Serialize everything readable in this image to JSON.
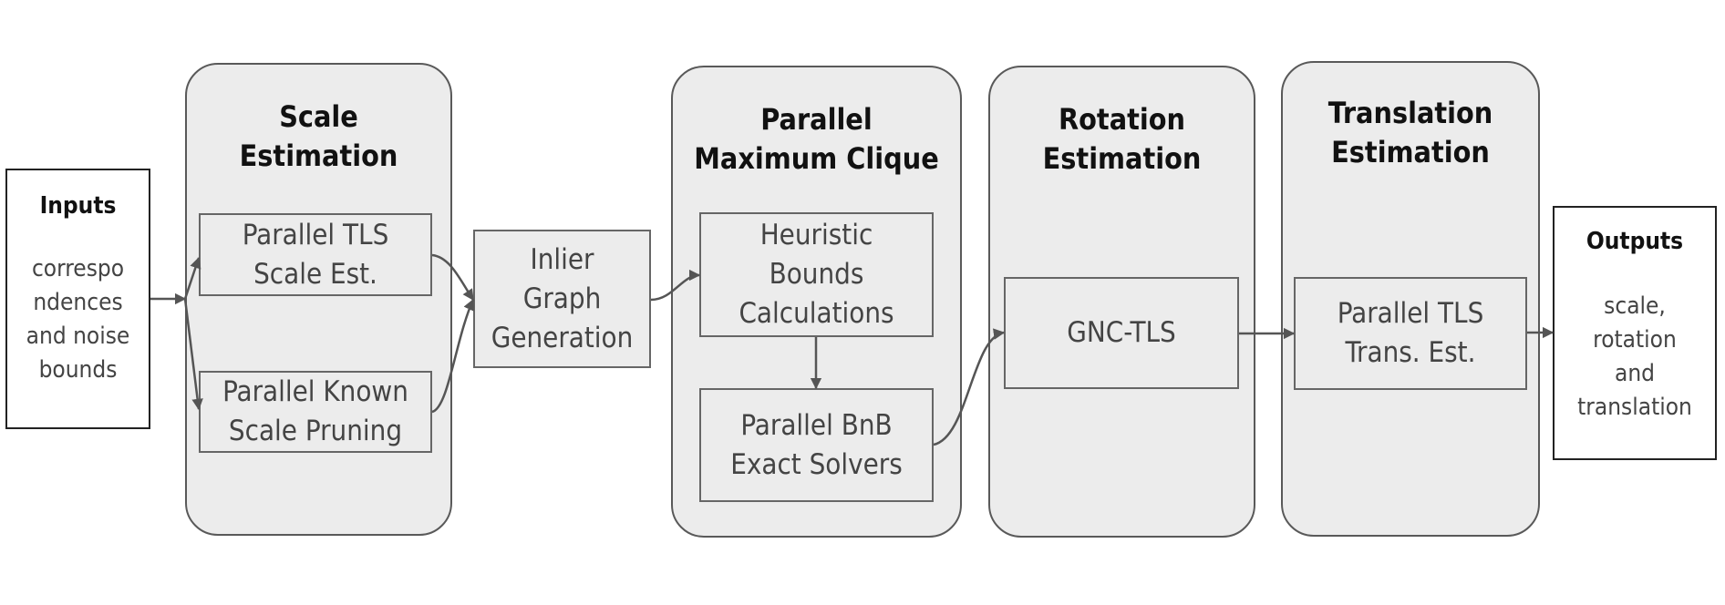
{
  "inputs": {
    "title": "Inputs",
    "text": "correspo\nndences\nand noise\nbounds"
  },
  "outputs": {
    "title": "Outputs",
    "text": "scale,\nrotation\nand\ntranslation"
  },
  "stages": {
    "scale": {
      "title": "Scale\nEstimation",
      "tls": "Parallel TLS\nScale Est.",
      "known": "Parallel Known\nScale Pruning"
    },
    "inlier_graph": "Inlier\nGraph\nGeneration",
    "clique": {
      "title": "Parallel\nMaximum Clique",
      "heuristic": "Heuristic\nBounds\nCalculations",
      "bnb": "Parallel BnB\nExact Solvers"
    },
    "rotation": {
      "title": "Rotation\nEstimation",
      "gnc": "GNC-TLS"
    },
    "translation": {
      "title": "Translation\nEstimation",
      "tls": "Parallel TLS\nTrans. Est."
    }
  },
  "colors": {
    "stage_fill": "#ececec",
    "stage_border": "#595959",
    "arrow": "#555555"
  }
}
